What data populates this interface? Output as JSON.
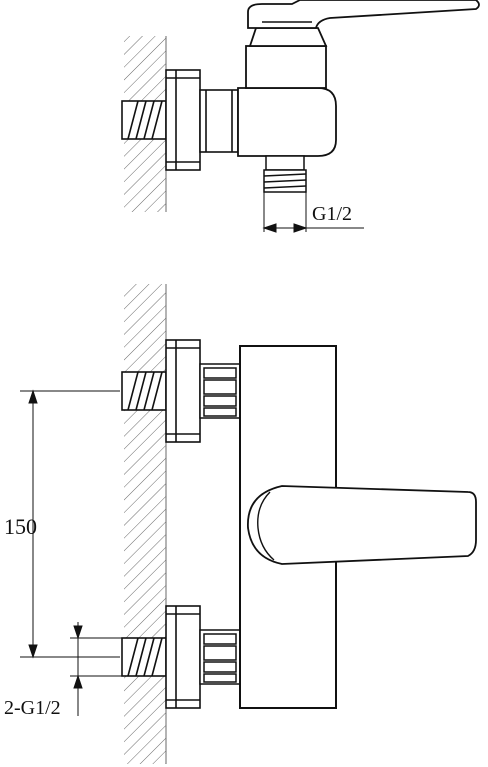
{
  "colors": {
    "ink": "#111111",
    "hatch": "#6a6a6a",
    "paper": "#ffffff"
  },
  "labels": {
    "thread_top": "G1/2",
    "dimension": "150",
    "thread_bottom": "2-G1/2"
  }
}
